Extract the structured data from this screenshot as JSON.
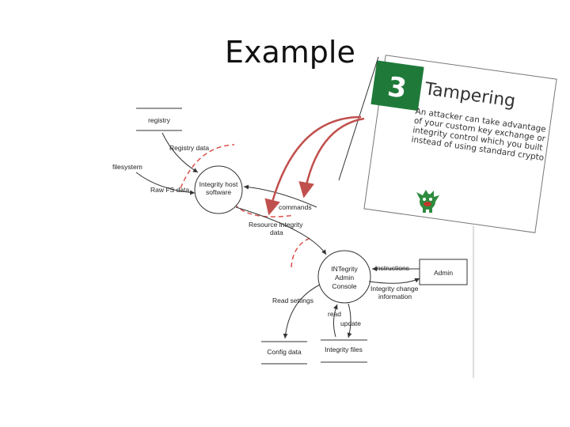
{
  "slide": {
    "title": "Example"
  },
  "card": {
    "number": "3",
    "heading": "Tampering",
    "body_lines": [
      "An attacker can take advantage",
      "of your custom key exchange or",
      "integrity control which you built",
      "instead of using standard crypto"
    ],
    "colors": {
      "badge": "#1f7a3a",
      "number": "#ffffff",
      "heading": "#333333",
      "mascot": "#2e8b3e"
    },
    "icon": "monster-mascot-icon"
  },
  "dfd": {
    "stores": {
      "registry": "registry",
      "filesystem": "filesystem",
      "config_data": "Config data",
      "integrity_files": "Integrity files"
    },
    "processes": {
      "host_software": [
        "Integrity host",
        "software"
      ],
      "admin_console": [
        "INTegrity",
        "Admin",
        "Console"
      ]
    },
    "external": {
      "admin": "Admin"
    },
    "flows": {
      "registry_data": "Registry data",
      "raw_fs_data": "Raw FS data",
      "commands": "commands",
      "resource_integrity_data": [
        "Resource integrity",
        "data"
      ],
      "instructions": "instructions",
      "integrity_change_information": [
        "Integrity change",
        "information"
      ],
      "read_settings": "Read settings",
      "read": "read",
      "update": "update"
    },
    "colors": {
      "trust_boundary": "#d9534f",
      "arrow": "#c0504d",
      "lines": "#333333"
    }
  }
}
